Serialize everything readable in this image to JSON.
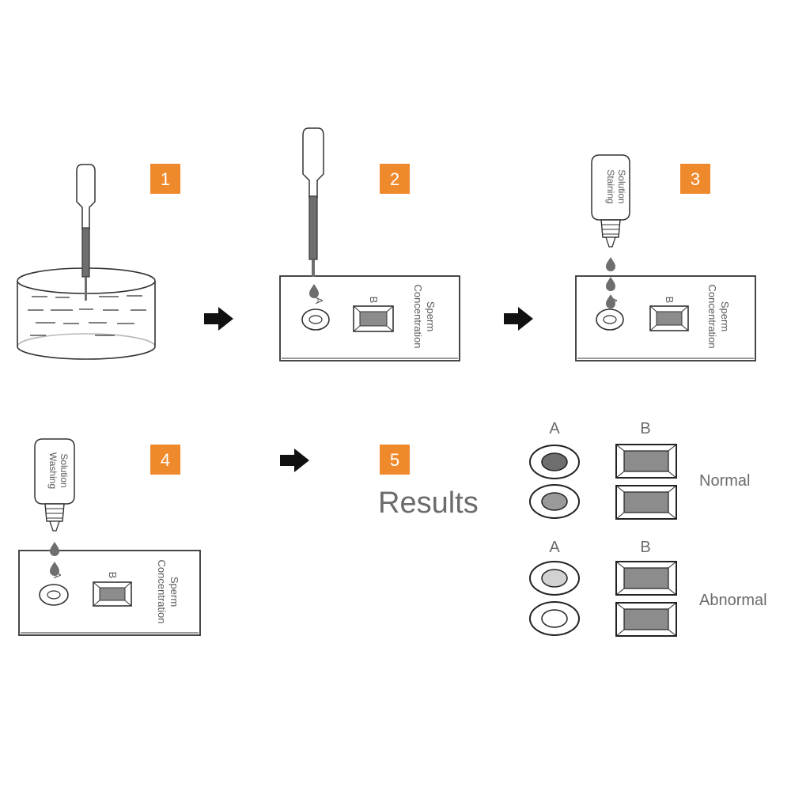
{
  "steps": [
    {
      "number": "1"
    },
    {
      "number": "2"
    },
    {
      "number": "3"
    },
    {
      "number": "4"
    },
    {
      "number": "5",
      "title": "Results"
    }
  ],
  "device": {
    "well_a": "A",
    "well_b": "B",
    "label_line1": "Sperm",
    "label_line2": "Concentration"
  },
  "bottles": {
    "staining_line1": "Staining",
    "staining_line2": "Solution",
    "washing_line1": "Washing",
    "washing_line2": "Solution"
  },
  "results": {
    "col_a": "A",
    "col_b": "B",
    "normal": "Normal",
    "abnormal": "Abnormal"
  },
  "colors": {
    "badge": "#ef8a2c",
    "liquid": "#6e6e6e",
    "result_gray": "#8c8c8c",
    "outline": "#333333"
  }
}
